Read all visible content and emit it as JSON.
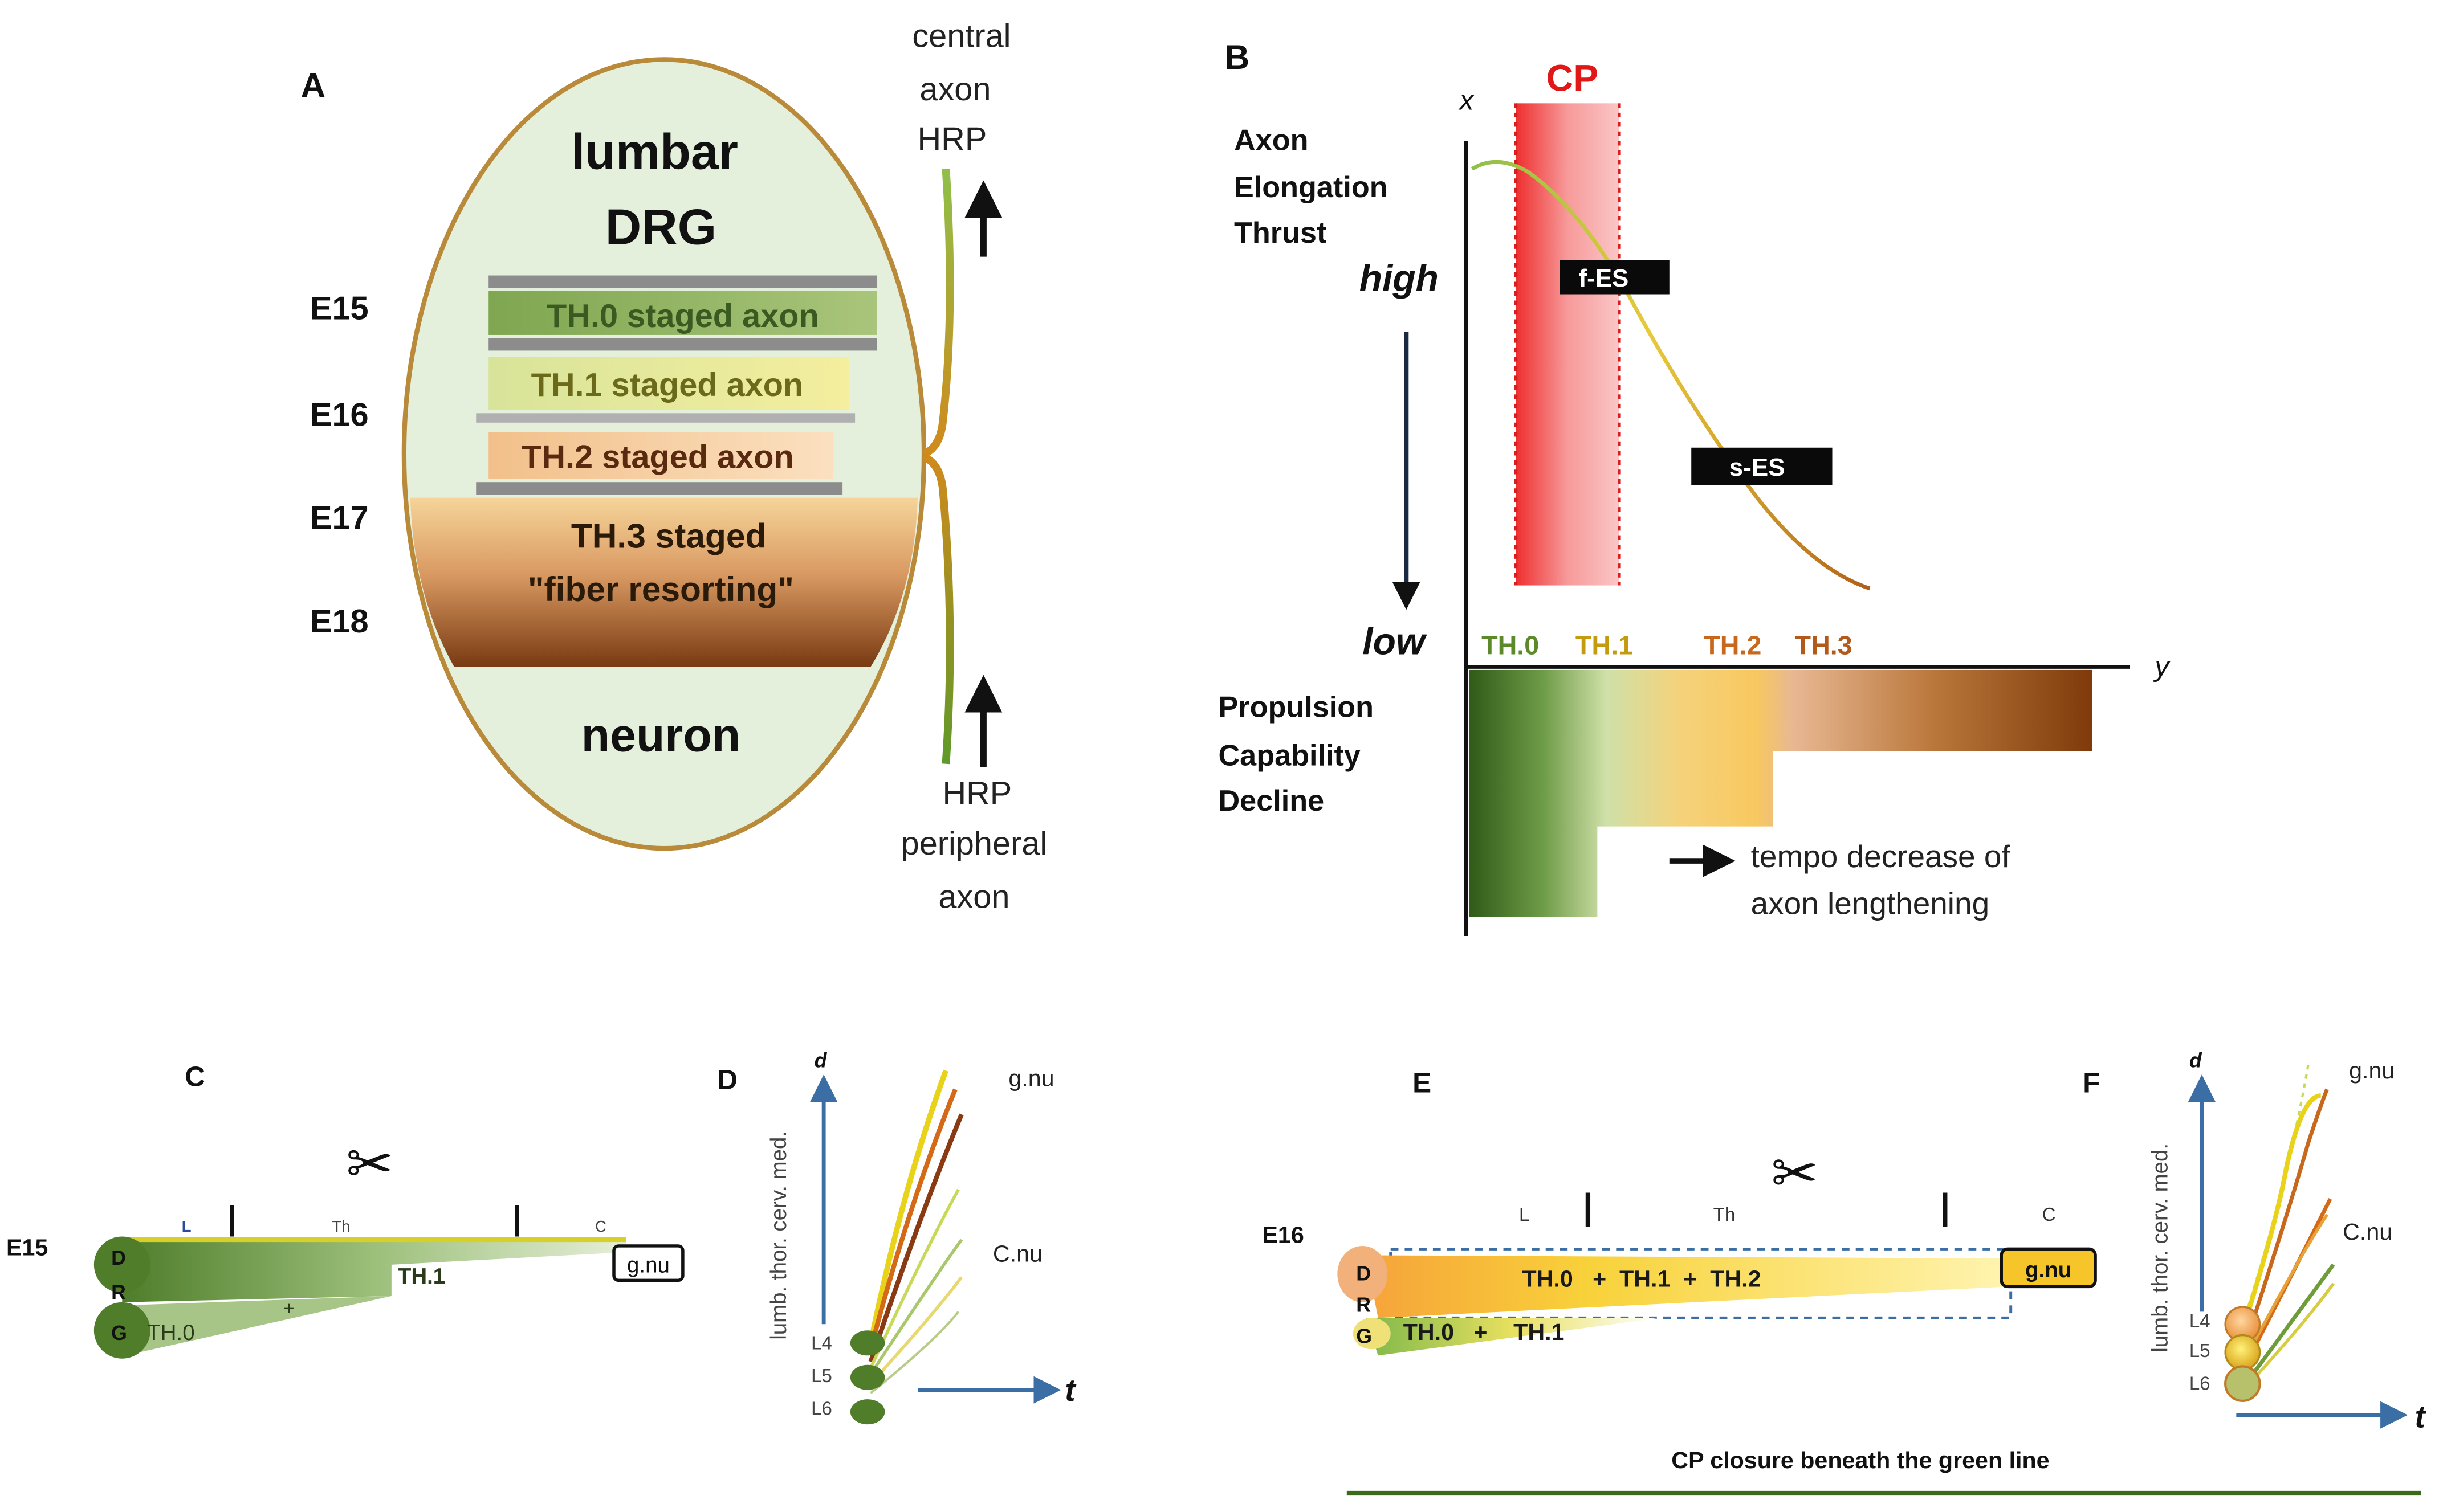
{
  "panel_a": {
    "label": "A",
    "title_line1": "lumbar",
    "title_line2": "DRG",
    "bottom_label": "neuron",
    "stage_labels": [
      "E15",
      "E16",
      "E17",
      "E18"
    ],
    "bars": [
      "TH.0 staged axon",
      "TH.1 staged axon",
      "TH.2 staged axon"
    ],
    "th3_line1": "TH.3 staged",
    "th3_line2": "\"fiber resorting\"",
    "central_axon": [
      "central",
      "axon",
      "HRP"
    ],
    "peripheral_axon": [
      "HRP",
      "peripheral",
      "axon"
    ],
    "colors": {
      "ellipse_fill": "#e4f0dc",
      "ellipse_stroke": "#8aa95a",
      "axon": "#c07a1a"
    }
  },
  "panel_b": {
    "label": "B",
    "cp_label": "CP",
    "ylabel": [
      "Axon",
      "Elongation",
      "Thrust"
    ],
    "high": "high",
    "low": "low",
    "x_axis_letter": "x",
    "y_axis_letter": "y",
    "stages": [
      {
        "label": "TH.0",
        "color": "#5c8a2a"
      },
      {
        "label": "TH.1",
        "color": "#c49a10"
      },
      {
        "label": "TH.2",
        "color": "#c8681c"
      },
      {
        "label": "TH.3",
        "color": "#b35a1a"
      }
    ],
    "f_es": "f-ES",
    "s_es": "s-ES",
    "decline_label": [
      "Propulsion",
      "Capability",
      "Decline"
    ],
    "tempo": [
      "tempo decrease of",
      "axon lengthening"
    ],
    "colors": {
      "cp": "#f03a3a"
    }
  },
  "panel_c": {
    "label": "C",
    "stage": "E15",
    "drg_letters": [
      "D",
      "R",
      "G"
    ],
    "regions": [
      "L",
      "Th",
      "C"
    ],
    "th1": "TH.1",
    "th0": "TH.0",
    "plus": "+",
    "target": "g.nu",
    "scissors": "✂"
  },
  "panel_d": {
    "label": "D",
    "axis_d": "d",
    "axis_t": "t",
    "ylabel": "lumb. thor. cerv. med.",
    "levels": [
      "L4",
      "L5",
      "L6"
    ],
    "targets": [
      "g.nu",
      "C.nu"
    ]
  },
  "panel_e": {
    "label": "E",
    "stage": "E16",
    "drg_letters": [
      "D",
      "R",
      "G"
    ],
    "regions": [
      "L",
      "Th",
      "C"
    ],
    "upper_fiber": "TH.0   +  TH.1  +  TH.2",
    "lower_fiber": "TH.0   +    TH.1",
    "target": "g.nu",
    "scissors": "✂",
    "caption": "CP closure beneath the green line"
  },
  "panel_f": {
    "label": "F",
    "axis_d": "d",
    "axis_t": "t",
    "ylabel": "lumb. thor. cerv. med.",
    "levels": [
      "L4",
      "L5",
      "L6"
    ],
    "targets": [
      "g.nu",
      "C.nu"
    ]
  }
}
